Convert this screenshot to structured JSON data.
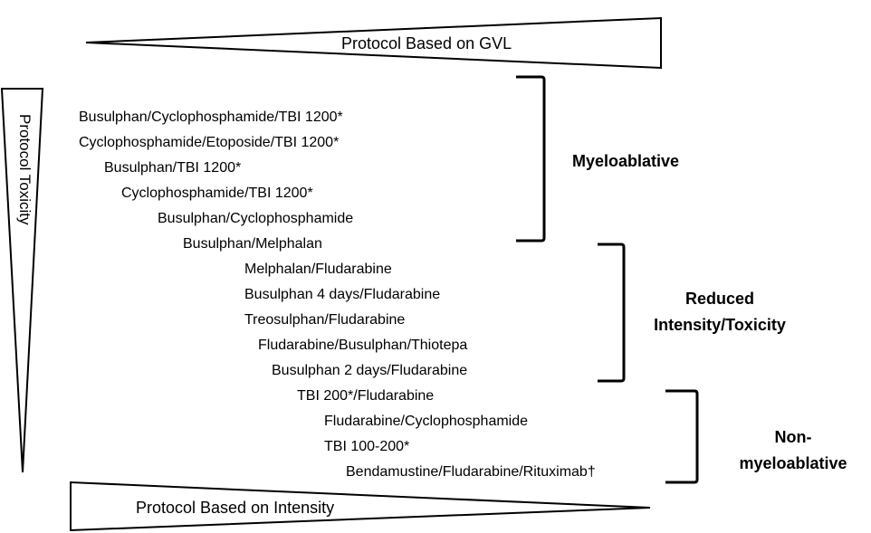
{
  "wedges": {
    "top": "Protocol Based on GVL",
    "bottom": "Protocol Based on Intensity",
    "left": "Protocol Toxicity"
  },
  "regimens": [
    "Busulphan/Cyclophosphamide/TBI  1200*",
    "Cyclophosphamide/Etoposide/TBI  1200*",
    "Busulphan/TBI  1200*",
    "Cyclophosphamide/TBI  1200*",
    "Busulphan/Cyclophosphamide",
    "Busulphan/Melphalan",
    "Melphalan/Fludarabine",
    "Busulphan 4 days/Fludarabine",
    "Treosulphan/Fludarabine",
    "Fludarabine/Busulphan/Thiotepa",
    "Busulphan 2 days/Fludarabine",
    "TBI 200*/Fludarabine",
    "Fludarabine/Cyclophosphamide",
    "TBI 100-200*",
    "Bendamustine/Fludarabine/Rituximab†"
  ],
  "categories": {
    "myeloablative": "Myeloablative",
    "reduced_line1": "Reduced",
    "reduced_line2": "Intensity/Toxicity",
    "nonmyelo_line1": "Non-",
    "nonmyelo_line2": "myeloablative"
  }
}
